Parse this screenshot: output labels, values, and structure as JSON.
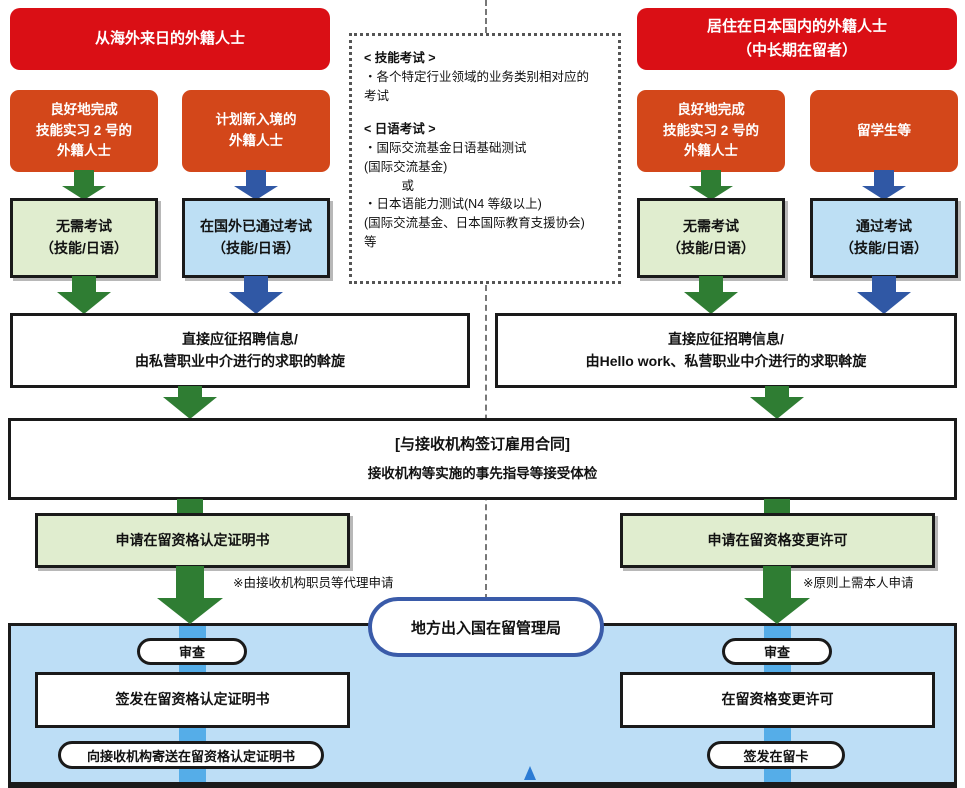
{
  "colors": {
    "red": "#DA0F15",
    "orange": "#D3471A",
    "green": "#2F7D33",
    "blue": "#3058A5",
    "lightgreen": "#E0EDCF",
    "lightblue": "#BDDFF4",
    "panel": "#BDDEF6",
    "band": "#55ADE8",
    "pillborder": "#3A5BA9",
    "spike": "#2B7BD4"
  },
  "exam_note": {
    "skill_title": "< 技能考试 >",
    "skill_body": "・各个特定行业领域的业务类别相对应的\n考试",
    "lang_title": "< 日语考试 >",
    "lang_body": "・国际交流基金日语基础测试\n(国际交流基金)\n　　　或\n・日本语能力测试(N4 等级以上)\n(国际交流基金、日本国际教育支援协会)\n等"
  },
  "left": {
    "header": "从海外来日的外籍人士",
    "person1": "良好地完成\n技能实习 2 号的\n外籍人士",
    "person2": "计划新入境的\n外籍人士",
    "exam1": "无需考试\n（技能/日语）",
    "exam2": "在国外已通过考试\n（技能/日语）",
    "recruit": "直接应征招聘信息/\n由私营职业中介进行的求职的斡旋",
    "apply": "申请在留资格认定证明书",
    "apply_note": "※由接收机构职员等代理申请",
    "review": "审查",
    "issue": "签发在留资格认定证明书",
    "result": "向接收机构寄送在留资格认定证明书"
  },
  "right": {
    "header": "居住在日本国内的外籍人士\n（中长期在留者）",
    "person1": "良好地完成\n技能实习 2 号的\n外籍人士",
    "person2": "留学生等",
    "exam1": "无需考试\n（技能/日语）",
    "exam2": "通过考试\n（技能/日语）",
    "recruit": "直接应征招聘信息/\n由Hello work、私营职业中介进行的求职斡旋",
    "apply": "申请在留资格变更许可",
    "apply_note": "※原则上需本人申请",
    "review": "审查",
    "issue": "在留资格变更许可",
    "result": "签发在留卡"
  },
  "contract": {
    "title": "[与接收机构签订雇用合同]",
    "subtitle": "接收机构等实施的事先指导等接受体检"
  },
  "bureau": {
    "label": "地方出入国在留管理局"
  }
}
